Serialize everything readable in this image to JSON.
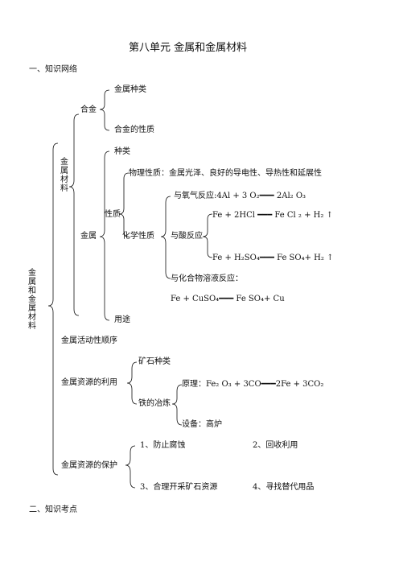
{
  "doc": {
    "title": "第八单元 金属和金属材料",
    "section1": "一、知识网络",
    "section2": "二、知识考点"
  },
  "tree": {
    "root": "金属和金属材料",
    "materials": "金属材料",
    "alloy": "合金",
    "alloy_types": "金属种类",
    "alloy_props": "合金的性质",
    "metal": "金属",
    "types": "种类",
    "properties": "性质",
    "physical": "物理性质：金属光泽、良好的导电性、导热性和延展性",
    "chemical": "化学性质",
    "with_oxygen": "与氧气反应:4Al + 3 O₂━━━ 2Al₂ O₃",
    "with_acid": "与酸反应",
    "acid_eq1": "Fe + 2HCl ━━━ Fe Cl ₂ + H₂ ↑",
    "acid_eq2": "Fe + H₂SO₄━━━ Fe SO₄+ H₂ ↑",
    "with_salt": "与化合物溶液反应：",
    "salt_eq": "Fe + CuSO₄━━━ Fe SO₄+ Cu",
    "uses": "用途",
    "activity": "金属活动性顺序",
    "resource_use": "金属资源的利用",
    "ore_types": "矿石种类",
    "smelting": "铁的冶炼",
    "principle": "原理：Fe₂ O₃ + 3CO━━━2Fe + 3CO₂",
    "equipment": "设备：高炉",
    "protection": "金属资源的保护",
    "p1": "1、防止腐蚀",
    "p2": "2、回收利用",
    "p3": "3、合理开采矿石资源",
    "p4": "4、寻找替代用品"
  }
}
